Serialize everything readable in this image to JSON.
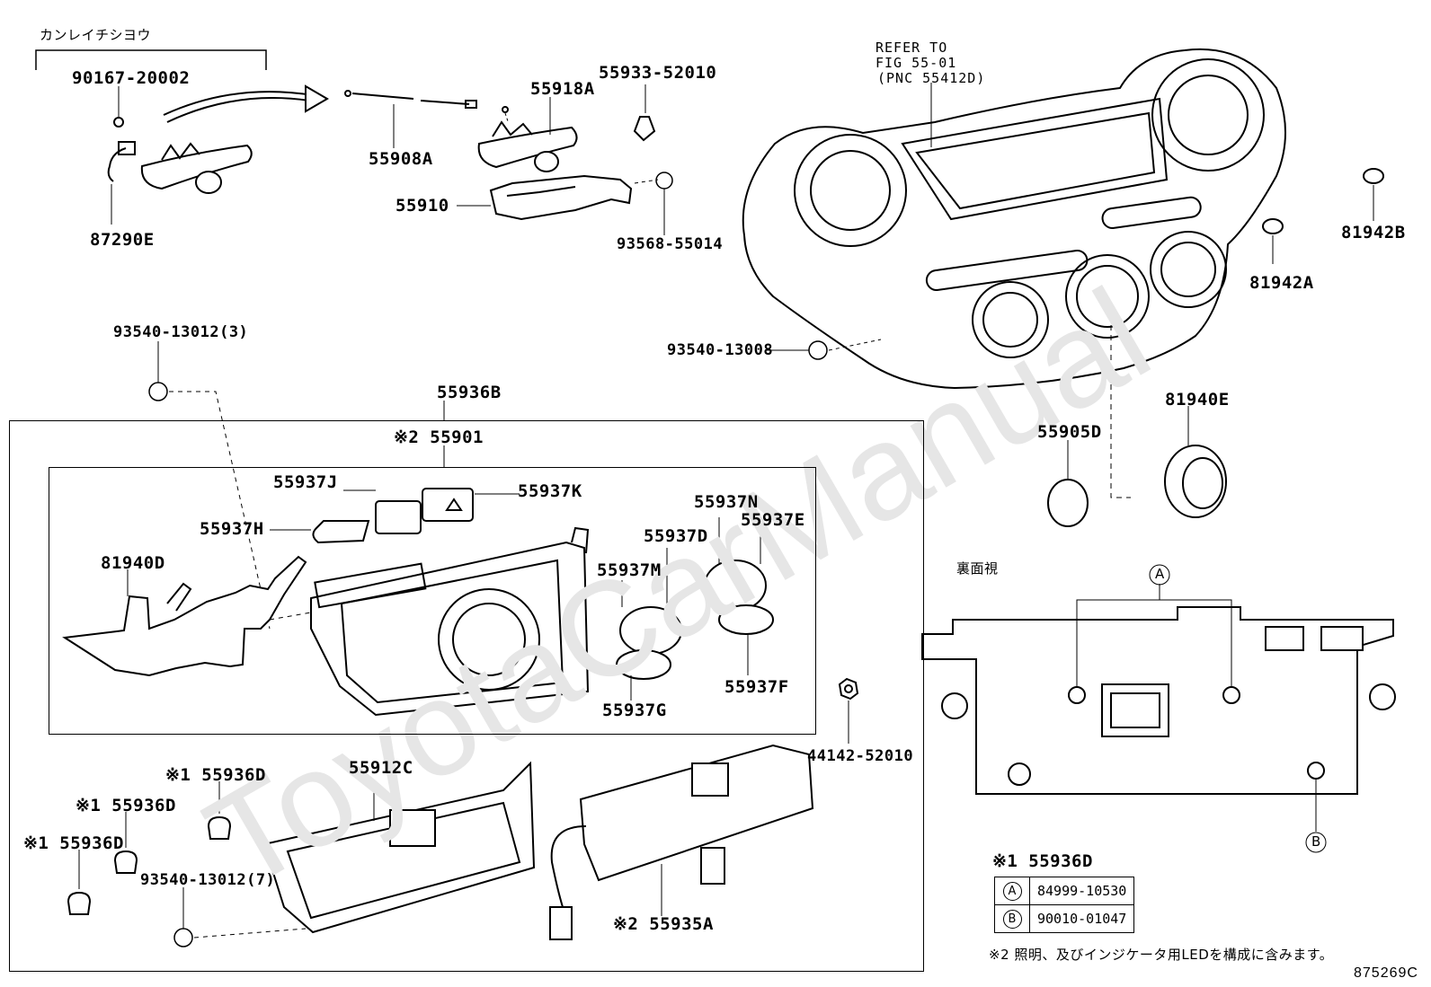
{
  "title_jp": "カンレイチシヨウ",
  "labels": {
    "p90167": "90167-20002",
    "p87290E": "87290E",
    "p55908A": "55908A",
    "p55918A": "55918A",
    "p55933": "55933-52010",
    "p55910": "55910",
    "p93568": "93568-55014",
    "refer1": "REFER TO",
    "refer2": "FIG 55-01",
    "refer3": "(PNC 55412D)",
    "p81942B": "81942B",
    "p81942A": "81942A",
    "p93540_13008": "93540-13008",
    "p93540_13012_3": "93540-13012(3)",
    "p55936B": "55936B",
    "p55901": "※2 55901",
    "p55937J": "55937J",
    "p55937K": "55937K",
    "p55937H": "55937H",
    "p81940D": "81940D",
    "p55937D": "55937D",
    "p55937N": "55937N",
    "p55937E": "55937E",
    "p55937M": "55937M",
    "p55937G": "55937G",
    "p55937F": "55937F",
    "p81940E": "81940E",
    "p55905D": "55905D",
    "p44142": "44142-52010",
    "p55936D_1": "※1 55936D",
    "p55936D_2": "※1 55936D",
    "p55936D_3": "※1 55936D",
    "p55912C": "55912C",
    "p93540_13012_7": "93540-13012(7)",
    "p55935A": "※2 55935A",
    "rear_view": "裏面視",
    "marker_a": "A",
    "marker_b": "B",
    "legend_title": "※1 55936D",
    "footnote": "※2 照明、及びインジケータ用LEDを構成に含みます。",
    "fig_number": "875269C"
  },
  "legend": [
    {
      "key": "A",
      "part": "84999-10530"
    },
    {
      "key": "B",
      "part": "90010-01047"
    }
  ]
}
